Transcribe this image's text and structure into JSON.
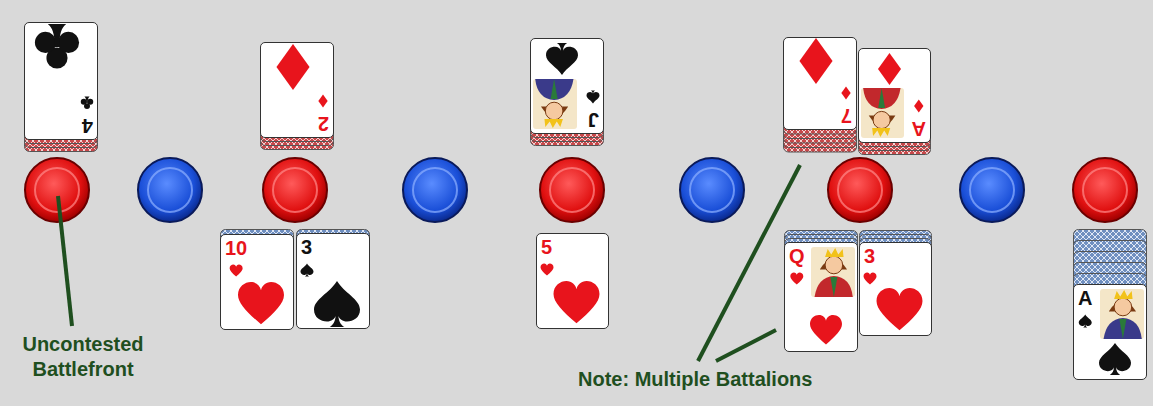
{
  "diagram": {
    "nodes": [
      {
        "text": [
          "4"
        ]
      },
      {
        "text": [
          "2"
        ]
      },
      {
        "text": [
          "J"
        ]
      },
      {
        "text": [
          "7"
        ]
      },
      {
        "text": [
          "A"
        ]
      },
      {
        "text": [
          "10"
        ]
      },
      {
        "text": [
          "3"
        ]
      },
      {
        "text": [
          "5"
        ]
      },
      {
        "text": [
          "Q"
        ]
      },
      {
        "text": [
          "3"
        ]
      },
      {
        "text": [
          "A"
        ]
      }
    ],
    "labels": [
      "Uncontested Battlefront",
      "Note: Multiple Battalions"
    ]
  }
}
